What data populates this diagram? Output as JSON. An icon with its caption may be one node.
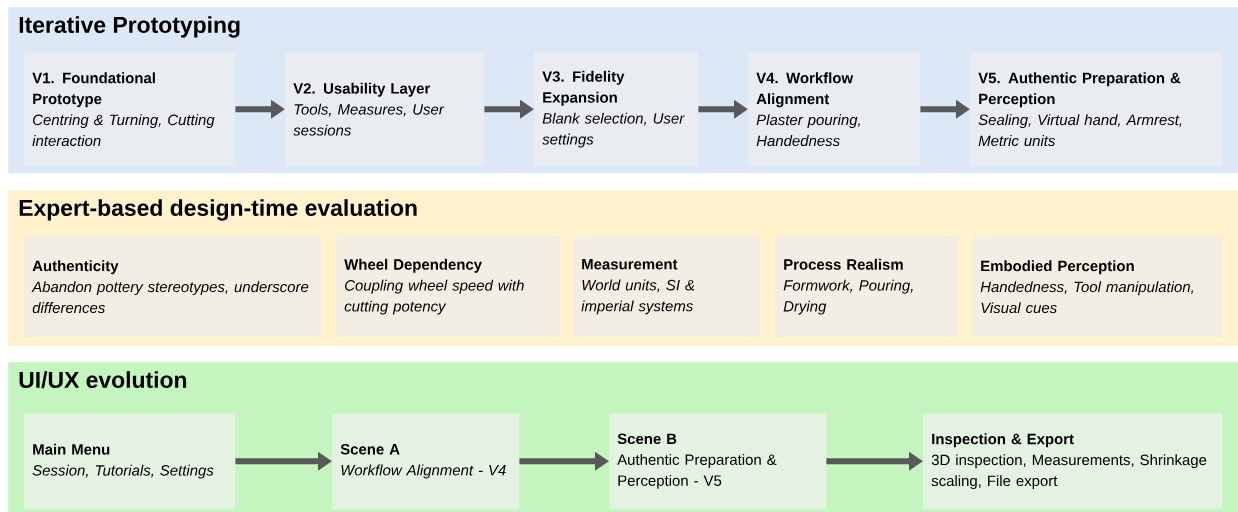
{
  "diagram": {
    "nodes": [
      {
        "text": [
          "Iterative Prototyping"
        ]
      },
      {
        "text": [
          "V1. Foundational Prototype",
          "Centring & Turning, Cutting interaction"
        ],
        "in": 0
      },
      {
        "text": [
          "V2. Usability Layer",
          "Tools, Measures, User sessions"
        ],
        "in": 0
      },
      {
        "text": [
          "V3. Fidelity Expansion",
          "Blank selection, User settings"
        ],
        "in": 0
      },
      {
        "text": [
          "V4. Workflow Alignment",
          "Plaster pouring, Handedness"
        ],
        "in": 0
      },
      {
        "text": [
          "V5. Authentic Preparation & Perception",
          "Sealing, Virtual hand, Armrest, Metric units"
        ],
        "in": 0
      },
      {
        "text": [
          "Expert-based design-time evaluation"
        ]
      },
      {
        "text": [
          "Authenticity",
          "Abandon pottery stereotypes, underscore differences"
        ],
        "in": 6
      },
      {
        "text": [
          "Wheel Dependency",
          "Coupling wheel speed with cutting potency"
        ],
        "in": 6
      },
      {
        "text": [
          "Measurement",
          "World units, SI & imperial systems"
        ],
        "in": 6
      },
      {
        "text": [
          "Process Realism",
          "Formwork, Pouring, Drying"
        ],
        "in": 6
      },
      {
        "text": [
          "Embodied Perception",
          "Handedness, Tool manipulation, Visual cues"
        ],
        "in": 6
      },
      {
        "text": [
          "UI/UX evolution"
        ]
      },
      {
        "text": [
          "Main Menu",
          "Session, Tutorials, Settings"
        ],
        "in": 12
      },
      {
        "text": [
          "Scene A",
          "Workflow Alignment - V4"
        ],
        "in": 12
      },
      {
        "text": [
          "Scene B",
          "Authentic Preparation & Perception - V5"
        ],
        "in": 12
      },
      {
        "text": [
          "Inspection & Export",
          "3D inspection, Measurements, Shrinkage scaling, File export"
        ],
        "in": 12
      }
    ],
    "edges": [
      {
        "from": 1,
        "to": 2,
        "arrow": "to"
      },
      {
        "from": 2,
        "to": 3,
        "arrow": "to"
      },
      {
        "from": 3,
        "to": 4,
        "arrow": "to"
      },
      {
        "from": 4,
        "to": 5,
        "arrow": "to"
      },
      {
        "from": 13,
        "to": 14,
        "arrow": "to"
      },
      {
        "from": 14,
        "to": 15,
        "arrow": "to"
      },
      {
        "from": 15,
        "to": 16,
        "arrow": "to"
      }
    ]
  }
}
